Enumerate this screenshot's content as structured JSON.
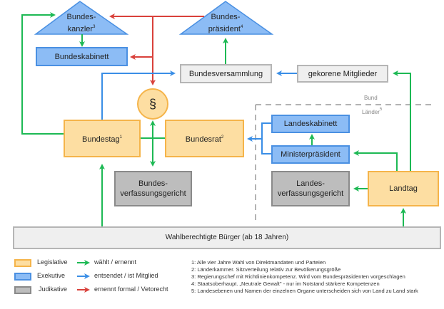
{
  "nodes": {
    "bundeskanzler": {
      "line1": "Bundes-",
      "line2": "kanzler",
      "note": "3"
    },
    "bundespraesident": {
      "line1": "Bundes-",
      "line2": "präsident",
      "note": "4"
    },
    "bundeskabinett": {
      "label": "Bundeskabinett"
    },
    "bundesversammlung": {
      "label": "Bundesversammlung"
    },
    "gekorene_mitglieder": {
      "label": "gekorene Mitglieder"
    },
    "paragraph": {
      "label": "§"
    },
    "bundestag": {
      "label": "Bundestag",
      "note": "1"
    },
    "bundesrat": {
      "label": "Bundesrat",
      "note": "2"
    },
    "bundesverfassungsgericht": {
      "line1": "Bundes-",
      "line2": "verfassungsgericht"
    },
    "landeskabinett": {
      "label": "Landeskabinett"
    },
    "ministerpraesident": {
      "label": "Ministerpräsident"
    },
    "landesverfassungsgericht": {
      "line1": "Landes-",
      "line2": "verfassungsgericht"
    },
    "landtag": {
      "label": "Landtag"
    },
    "buerger": {
      "label": "Wahlberechtigte Bürger (ab 18 Jahren)"
    }
  },
  "regions": {
    "bund": "Bund",
    "laender": "Länder",
    "laender_note": "5"
  },
  "legend": {
    "boxes": [
      {
        "label": "Legislative",
        "color": "#fddea2"
      },
      {
        "label": "Exekutive",
        "color": "#8cbcf5"
      },
      {
        "label": "Judikative",
        "color": "#bdbdbd"
      }
    ],
    "arrows": [
      {
        "label": "wählt / ernennt",
        "color": "#1db954"
      },
      {
        "label": "entsendet / ist Mitglied",
        "color": "#3a8ee6"
      },
      {
        "label": "ernennt formal / Vetorecht",
        "color": "#d9413b"
      }
    ]
  },
  "notes": [
    "1: Alle vier Jahre Wahl von Direktmandaten und Parteien",
    "2: Länderkammer. Sitzverteilung relativ zur Bevölkerungsgröße",
    "3: Regierungschef mit Richtlinienkompetenz. Wird vom Bundespräsidenten vorgeschlagen",
    "4: Staatsoberhaupt. „Neutrale Gewalt\" - nur im Notstand stärkere Kompetenzen",
    "5: Landesebenen und Namen der einzelnen Organe unterscheiden sich von Land zu Land stark"
  ],
  "colors": {
    "green": "#1db954",
    "blue": "#3a8ee6",
    "red": "#d9413b"
  }
}
